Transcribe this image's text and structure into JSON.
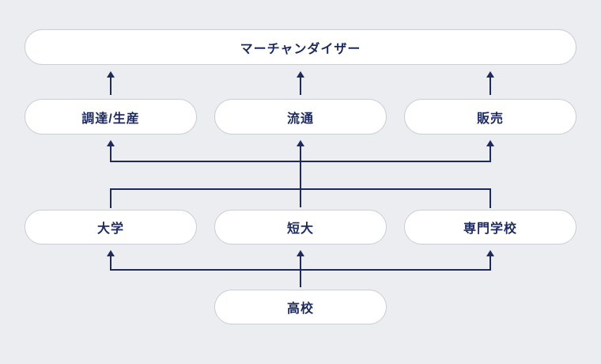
{
  "diagram": {
    "description": "career-path flow from high school to merchandiser",
    "nodes": {
      "merchandiser": {
        "label": "マーチャンダイザー"
      },
      "procurement": {
        "label": "調達/生産"
      },
      "distribution": {
        "label": "流通"
      },
      "sales": {
        "label": "販売"
      },
      "university": {
        "label": "大学"
      },
      "junior_college": {
        "label": "短大"
      },
      "vocational": {
        "label": "専門学校"
      },
      "high_school": {
        "label": "高校"
      }
    },
    "edges": [
      {
        "from": [
          "procurement",
          "distribution",
          "sales"
        ],
        "to": [
          "merchandiser"
        ]
      },
      {
        "from": [
          "university",
          "junior_college",
          "vocational"
        ],
        "to": [
          "procurement",
          "distribution",
          "sales"
        ]
      },
      {
        "from": [
          "high_school"
        ],
        "to": [
          "university",
          "junior_college",
          "vocational"
        ]
      }
    ],
    "colors": {
      "background": "#ECEDF0",
      "node_fill": "#FFFFFF",
      "node_border": "#C9CDD6",
      "line": "#1C2A5E",
      "text": "#1C2A5E"
    }
  }
}
